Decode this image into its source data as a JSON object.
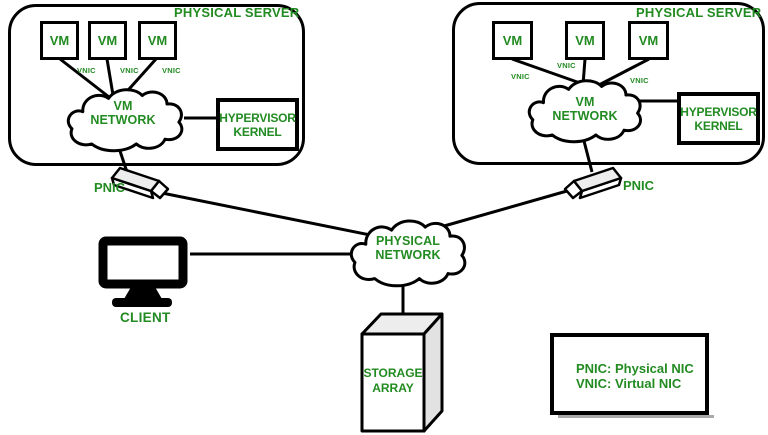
{
  "colors": {
    "accent_green": "#228B22",
    "line_black": "#000000",
    "shape_gray": "#ededed"
  },
  "servers": [
    {
      "title": "PHYSICAL SERVER",
      "vms": [
        "VM",
        "VM",
        "VM"
      ],
      "vnics": [
        "VNIC",
        "VNIC",
        "VNIC"
      ],
      "cloud": {
        "line1": "VM",
        "line2": "NETWORK"
      },
      "hypervisor": {
        "line1": "HYPERVISOR",
        "line2": "KERNEL"
      },
      "pnic_label": "PNIC"
    },
    {
      "title": "PHYSICAL SERVER",
      "vms": [
        "VM",
        "VM",
        "VM"
      ],
      "vnics": [
        "VNIC",
        "VNIC",
        "VNIC"
      ],
      "cloud": {
        "line1": "VM",
        "line2": "NETWORK"
      },
      "hypervisor": {
        "line1": "HYPERVISOR",
        "line2": "KERNEL"
      },
      "pnic_label": "PNIC"
    }
  ],
  "physical_network": {
    "line1": "PHYSICAL",
    "line2": "NETWORK"
  },
  "client_label": "CLIENT",
  "storage": {
    "line1": "STORAGE",
    "line2": "ARRAY"
  },
  "legend": {
    "line1": "PNIC: Physical NIC",
    "line2": "VNIC: Virtual NIC"
  }
}
